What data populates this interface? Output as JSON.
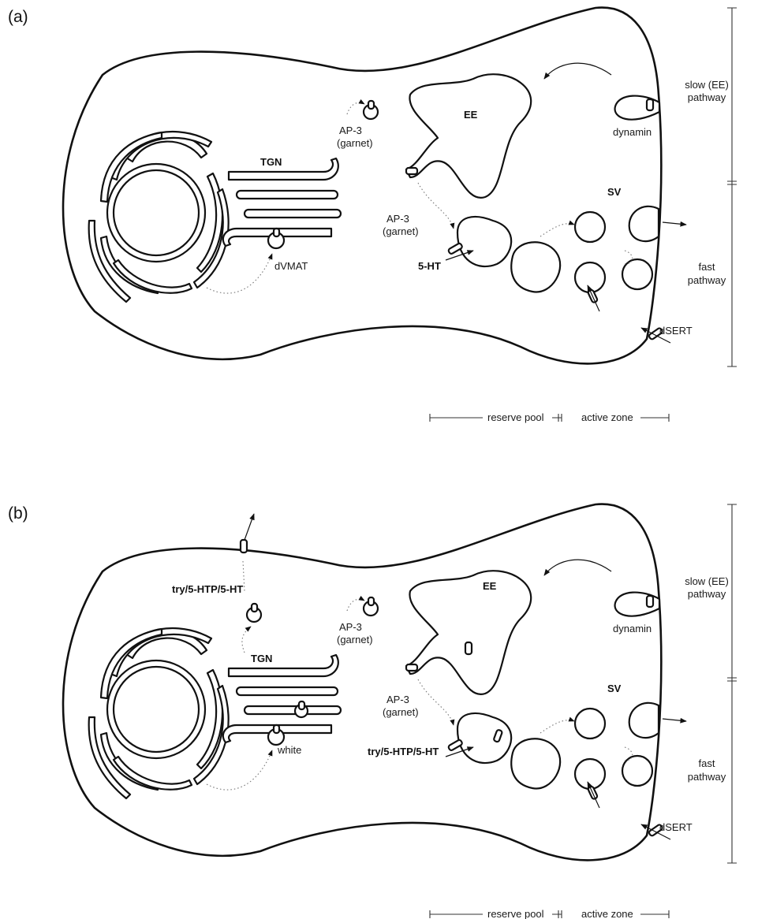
{
  "panels": [
    {
      "id": "a",
      "panel_label": "(a)",
      "tgn": "TGN",
      "ee": "EE",
      "sv": "SV",
      "ap3_top": [
        "AP-3",
        "(garnet)"
      ],
      "ap3_mid": [
        "AP-3",
        "(garnet)"
      ],
      "transporter_label": "5-HT",
      "vesicle_label": "dVMAT",
      "dynamin": "dynamin",
      "dsert": "dSERT",
      "slow_pathway": [
        "slow (EE)",
        "pathway"
      ],
      "fast_pathway": [
        "fast",
        "pathway"
      ],
      "reserve_pool": "reserve pool",
      "active_zone": "active zone"
    },
    {
      "id": "b",
      "panel_label": "(b)",
      "tgn": "TGN",
      "ee": "EE",
      "sv": "SV",
      "ap3_top": [
        "AP-3",
        "(garnet)"
      ],
      "ap3_mid": [
        "AP-3",
        "(garnet)"
      ],
      "transporter_label": "try/5-HTP/5-HT",
      "membrane_label": "try/5-HTP/5-HT",
      "vesicle_label": "white",
      "dynamin": "dynamin",
      "dsert": "dSERT",
      "slow_pathway": [
        "slow (EE)",
        "pathway"
      ],
      "fast_pathway": [
        "fast",
        "pathway"
      ],
      "reserve_pool": "reserve pool",
      "active_zone": "active zone"
    }
  ]
}
